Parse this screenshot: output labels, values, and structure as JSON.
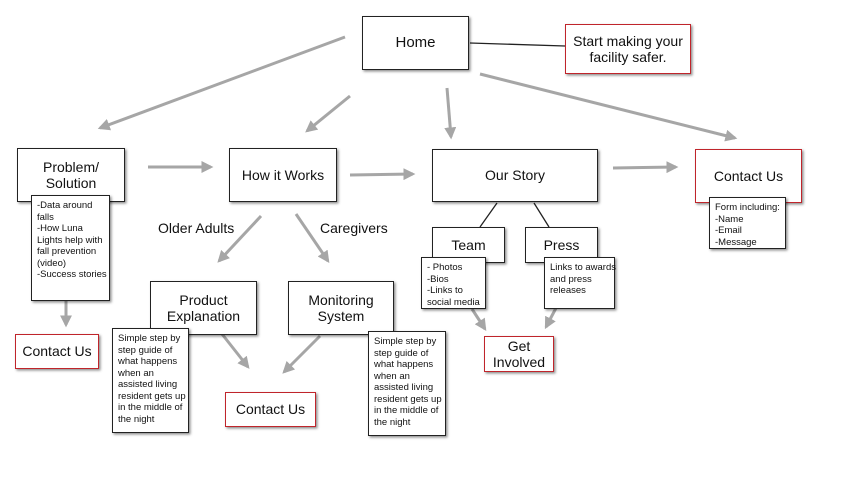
{
  "nodes": {
    "home": "Home",
    "tagline": [
      "Start making your",
      "facility safer."
    ],
    "problem": [
      "Problem/",
      "Solution"
    ],
    "how_it_works": "How it Works",
    "our_story": "Our Story",
    "contact_top": "Contact Us",
    "team": "Team",
    "press": "Press",
    "product": [
      "Product",
      "Explanation"
    ],
    "monitoring": [
      "Monitoring",
      "System"
    ],
    "contact_left": "Contact Us",
    "contact_bottom": "Contact Us",
    "get_involved": [
      "Get",
      "Involved"
    ]
  },
  "edge_labels": {
    "older_adults": "Older Adults",
    "caregivers": "Caregivers"
  },
  "notes": {
    "problem": [
      "-Data around",
      "falls",
      "-How Luna",
      "Lights help with",
      "fall prevention",
      "(video)",
      "-Success stories"
    ],
    "contact": [
      "Form including:",
      "-Name",
      "-Email",
      "-Message"
    ],
    "team": [
      "- Photos",
      "-Bios",
      "-Links to",
      "social media"
    ],
    "press": [
      "Links to awards",
      "and press",
      "releases"
    ],
    "product": [
      "Simple step by",
      "step guide of",
      "what happens",
      "when an",
      "assisted living",
      "resident gets up",
      "in the middle of",
      "the night"
    ],
    "monitoring": [
      "Simple step by",
      "step guide of",
      "what happens",
      "when an",
      "assisted living",
      "resident gets up",
      "in the middle of",
      "the night"
    ]
  },
  "colors": {
    "arrow": "#a6a6a6",
    "connector": "#222222",
    "highlight_border": "#c0252b"
  }
}
